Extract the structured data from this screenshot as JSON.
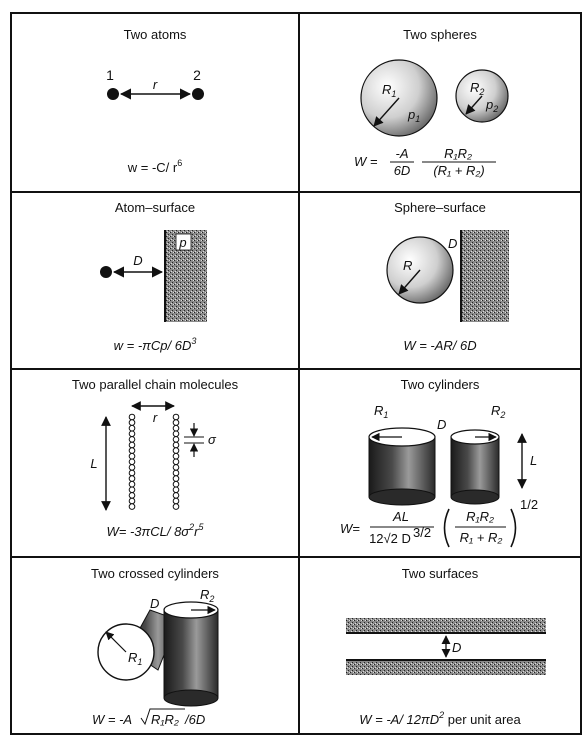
{
  "cells": {
    "two_atoms": {
      "title": "Two atoms",
      "label_1": "1",
      "label_2": "2",
      "label_r": "r",
      "formula_main": "w = -C/ r",
      "formula_exp": "6"
    },
    "two_spheres": {
      "title": "Two spheres",
      "label_R1": "R",
      "label_R1_sub": "1",
      "label_p1": "p",
      "label_p1_sub": "1",
      "label_R2": "R",
      "label_R2_sub": "2",
      "label_p2": "p",
      "label_p2_sub": "2",
      "formula_W": "W =",
      "formula_num1": "-A",
      "formula_den1": "6D",
      "formula_num2": "R₁R₂",
      "formula_den2": "(R₁ + R₂)"
    },
    "atom_surface": {
      "title": "Atom–surface",
      "label_D": "D",
      "label_p": "p",
      "formula_main": "w = -πCp/ 6D",
      "formula_exp": "3"
    },
    "sphere_surface": {
      "title": "Sphere–surface",
      "label_R": "R",
      "label_D": "D",
      "formula": "W = -AR/ 6D"
    },
    "parallel_chains": {
      "title": "Two parallel chain molecules",
      "label_r": "r",
      "label_L": "L",
      "label_sigma": "σ",
      "formula_main": "W= -3πCL/ 8σ",
      "formula_exp1": "2",
      "formula_mid": "r",
      "formula_exp2": "5"
    },
    "two_cylinders": {
      "title": "Two cylinders",
      "label_R1": "R",
      "label_R1_sub": "1",
      "label_D": "D",
      "label_R2": "R",
      "label_R2_sub": "2",
      "label_L": "L",
      "formula_W": "W=",
      "formula_num": "AL",
      "formula_den": "12√2 D",
      "formula_den_exp": "3/2",
      "formula_frac_num": "R₁R₂",
      "formula_frac_den": "R₁ + R₂",
      "formula_exp": "1/2"
    },
    "crossed_cylinders": {
      "title": "Two crossed cylinders",
      "label_D": "D",
      "label_R2": "R",
      "label_R2_sub": "2",
      "label_R1": "R",
      "label_R1_sub": "1",
      "formula_pre": "W = -A",
      "formula_root": "R₁R₂",
      "formula_post": "/6D"
    },
    "two_surfaces": {
      "title": "Two surfaces",
      "label_D": "D",
      "formula_main": "W = -A/ 12πD",
      "formula_exp": "2",
      "formula_tail": " per unit area"
    }
  },
  "colors": {
    "line": "#111111",
    "shade": "#555555",
    "background": "#ffffff"
  }
}
